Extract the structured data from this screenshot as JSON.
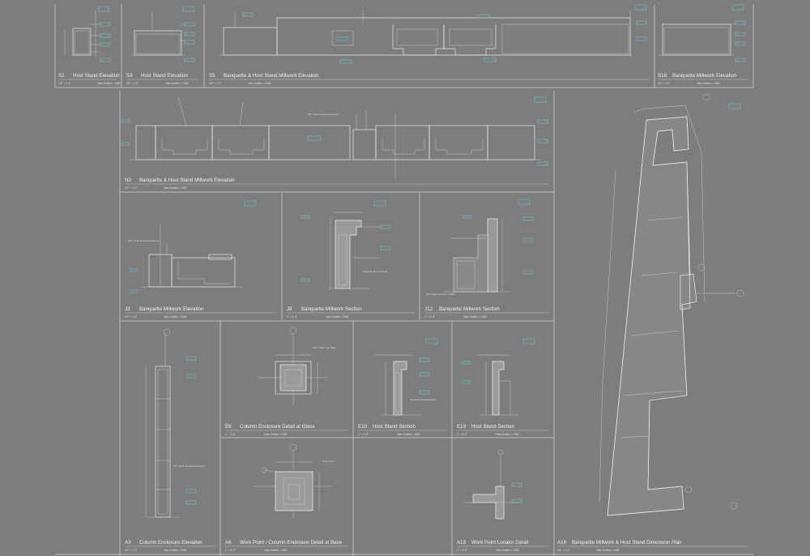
{
  "colors": {
    "background": "#7d7d7d",
    "linework": "#e8e8e8",
    "tag_accent": "#6fd3e0"
  },
  "details": [
    {
      "id": "S1",
      "title": "Host Stand Elevation",
      "scale": "1/2\" = 1'-0\"",
      "view": "View Outline = 2283"
    },
    {
      "id": "S3",
      "title": "Host Stand Elevation",
      "scale": "1/2\" = 1'-0\"",
      "view": "View Outline = 2283"
    },
    {
      "id": "S5",
      "title": "Banquette & Host Stand Millwork Elevation",
      "scale": "1/4\" = 1'-0\"",
      "view": "View Outline = 2283"
    },
    {
      "id": "S18",
      "title": "Banquette Millwork Elevation",
      "scale": "1/2\" = 1'-0\"",
      "view": "View Outline = 2283"
    },
    {
      "id": "N3",
      "title": "Banquette & Host Stand Millwork Elevation",
      "scale": "1/4\" = 1'-0\"",
      "view": "View Outline = 2283"
    },
    {
      "id": "J3",
      "title": "Banquette Millwork Elevation",
      "scale": "1/2\" = 1'-0\"",
      "view": "View Outline = 2283"
    },
    {
      "id": "J8",
      "title": "Banquette Millwork Section",
      "scale": "1\" = 1'-0\"",
      "view": "View Outline = 2283"
    },
    {
      "id": "J12",
      "title": "Banquette Millwork Section",
      "scale": "1\" = 1'-0\"",
      "view": "View Outline = 2283"
    },
    {
      "id": "E6",
      "title": "Column Enclosure Detail at Glass",
      "scale": "1\" = 1'-0\"",
      "view": "View Outline = 2283"
    },
    {
      "id": "E10",
      "title": "Host Stand Section",
      "scale": "1\" = 1'-0\"",
      "view": "View Outline = 2283"
    },
    {
      "id": "E13",
      "title": "Host Stand Section",
      "scale": "1\" = 1'-0\"",
      "view": "View Outline = 2283"
    },
    {
      "id": "A3",
      "title": "Column Enclosure Elevation",
      "scale": "1/2\" = 1'-0\"",
      "view": "View Outline = 2283"
    },
    {
      "id": "A6",
      "title": "Work Point / Column Enclosure Detail at Base",
      "scale": "1\" = 1'-0\"",
      "view": "View Outline = 2283"
    },
    {
      "id": "A13",
      "title": "Work Point Locator Detail",
      "scale": "1\" = 1'-0\"",
      "view": "View Outline = 2283"
    },
    {
      "id": "A16",
      "title": "Banquette Millwork & Host Stand Dimension Plan",
      "scale": "1/4\" = 1'-0\"",
      "view": "View Outline = 2283"
    }
  ],
  "notes": {
    "n3_callout": "3/4\" Clear Tempered Glazing",
    "j3_callout": "3/4\" Clear Tempered Glazing",
    "a3_callout": "3/4\" Clear Tempered Glazing",
    "e6_callout": "3/16\" Steel Cap Plate",
    "j8_callout": "Laminate Bench Panel",
    "j12_callout": "Plan Panel Outside of Wall",
    "e10_callout": "Laminate Gasket Board",
    "a6_callout": "Work Point"
  }
}
